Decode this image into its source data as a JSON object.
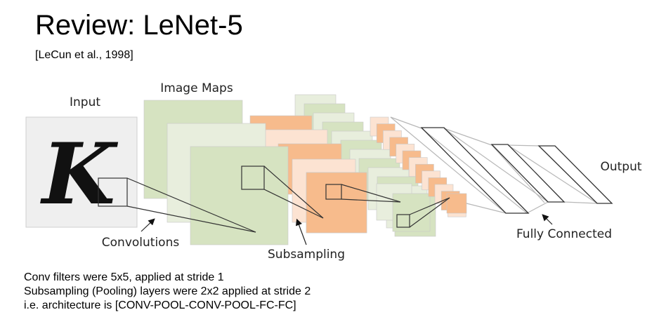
{
  "slide": {
    "title": "Review: LeNet-5",
    "citation": "[LeCun et al., 1998]"
  },
  "diagram": {
    "input_glyph": "K",
    "labels": {
      "input": "Input",
      "image_maps": "Image Maps",
      "convolutions": "Convolutions",
      "subsampling": "Subsampling",
      "fully_connected": "Fully Connected",
      "output": "Output"
    },
    "colors": {
      "input_bg": "#efefef",
      "green_dark": "#d6e3c1",
      "green_light": "#e8eedd",
      "orange_dark": "#f7bb8c",
      "orange_light": "#fce3d2",
      "line": "#333333",
      "fc_line_light": "#b8b8b8"
    }
  },
  "notes": [
    "Conv filters were 5x5, applied at stride 1",
    "Subsampling (Pooling) layers were 2x2 applied at stride 2",
    "i.e. architecture is [CONV-POOL-CONV-POOL-FC-FC]"
  ]
}
